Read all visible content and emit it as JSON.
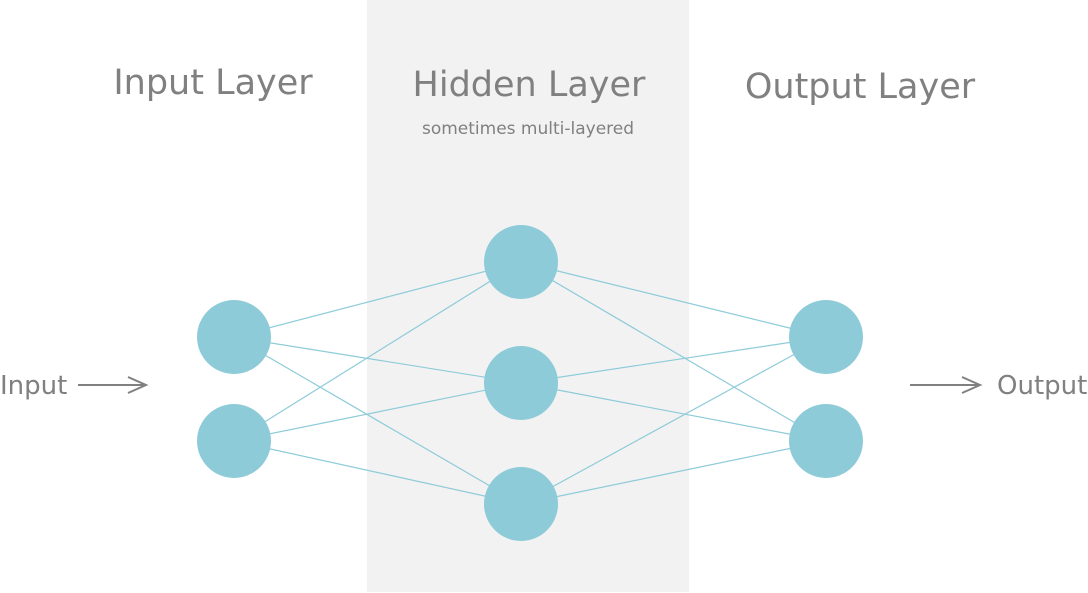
{
  "layers": [
    {
      "title": "Input Layer",
      "subtitle": "",
      "node_count": 2
    },
    {
      "title": "Hidden Layer",
      "subtitle": "sometimes multi-layered",
      "node_count": 3
    },
    {
      "title": "Output Layer",
      "subtitle": "",
      "node_count": 2
    }
  ],
  "io": {
    "input_label": "Input",
    "output_label": "Output"
  },
  "colors": {
    "node": "#8ecbd9",
    "edge": "#8ecbd9",
    "text": "#808080",
    "arrow": "#808080",
    "hidden_band": "#f2f2f2",
    "background": "#ffffff"
  },
  "connectivity": "fully-connected"
}
